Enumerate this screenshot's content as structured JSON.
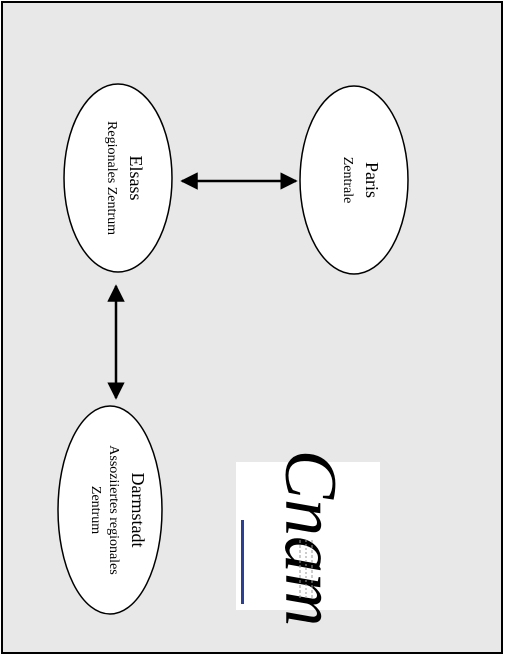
{
  "nodes": {
    "elsass": {
      "name": "Elsass",
      "subtitle": "Regionales Zentrum"
    },
    "paris": {
      "name": "Paris",
      "subtitle": "Zentrale"
    },
    "darmstadt": {
      "name": "Darmstadt",
      "subtitle_line1": "Assoziiertes regionales",
      "subtitle_line2": "Zentrum"
    }
  },
  "logo": {
    "text": "Cnam"
  },
  "colors": {
    "background": "#e8e8e8",
    "logo_bar": "#2c3f93",
    "logo_text": "#8f8f8f"
  }
}
